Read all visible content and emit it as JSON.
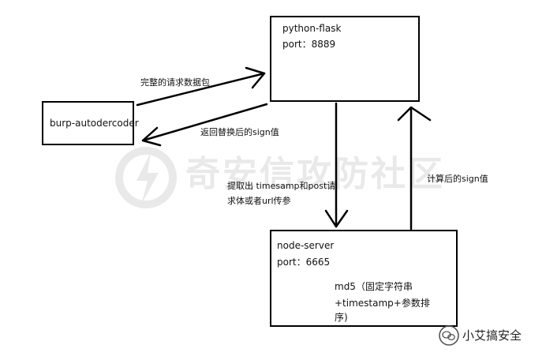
{
  "watermark": {
    "text": "奇安信攻防社区"
  },
  "nodes": {
    "burp": {
      "label": "burp-autodercoder"
    },
    "flask": {
      "line1": "python-flask",
      "line2": "port：8889"
    },
    "node_server": {
      "line1": "node-server",
      "line2": "port：6665",
      "note_line1": "md5（固定字符串",
      "note_line2": "+timestamp+参数排",
      "note_line3": "序)"
    }
  },
  "edges": {
    "burp_to_flask": "完整的请求数据包",
    "flask_to_burp": "返回替换后的sign值",
    "flask_to_node_line1": "提取出 timesamp和post请",
    "flask_to_node_line2": "求体或者url传参",
    "node_to_flask": "计算后的sign值"
  },
  "brand": {
    "text": "小艾搞安全"
  }
}
